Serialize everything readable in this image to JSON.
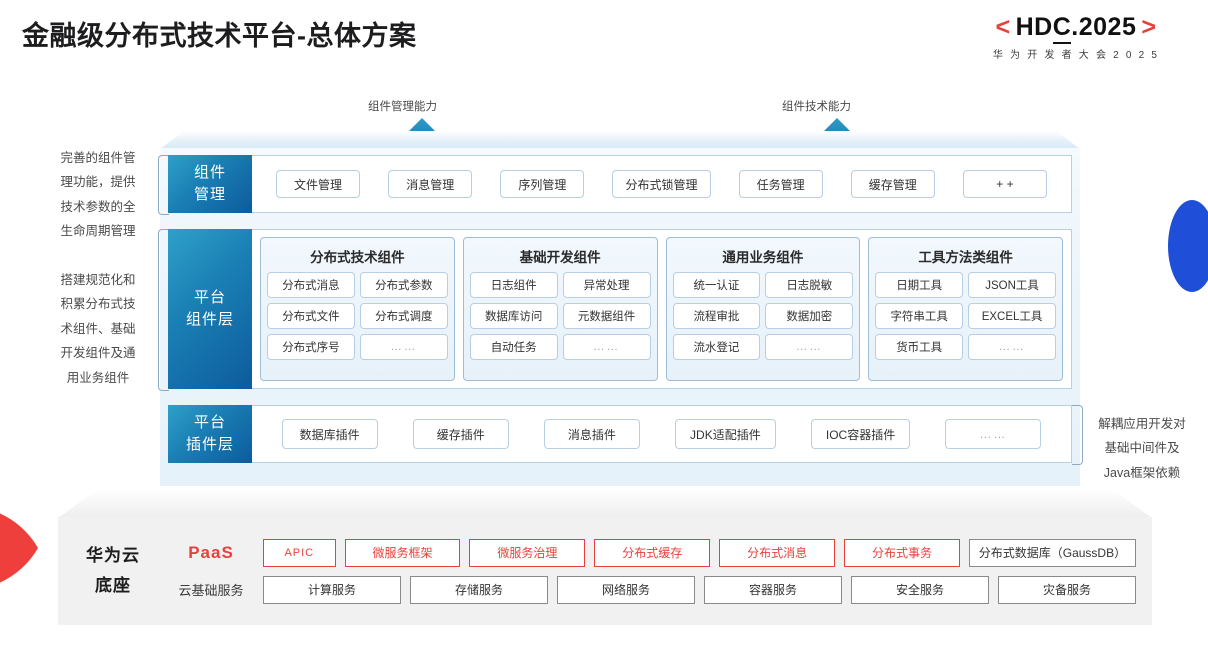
{
  "header": {
    "title": "金融级分布式技术平台-总体方案",
    "logo": {
      "left_bracket": "<",
      "text": "HDC.2025",
      "right_bracket": ">",
      "subtitle": "华 为 开 发 者 大 会 2 0 2 5"
    }
  },
  "arrows": {
    "left_caption": "组件管理能力",
    "right_caption": "组件技术能力"
  },
  "notes": {
    "left_top": "完善的组件管\n理功能，提供\n技术参数的全\n生命周期管理",
    "left_bottom": "搭建规范化和\n积累分布式技\n术组件、基础\n开发组件及通\n用业务组件",
    "right": "解耦应用开发对\n基础中间件及\nJava框架依赖"
  },
  "layers": {
    "component_management": {
      "label": "组件\n管理",
      "items": [
        "文件管理",
        "消息管理",
        "序列管理",
        "分布式锁管理",
        "任务管理",
        "缓存管理",
        "+ +"
      ]
    },
    "platform_component": {
      "label": "平台\n组件层",
      "groups": [
        {
          "title": "分布式技术组件",
          "cells": [
            "分布式消息",
            "分布式参数",
            "分布式文件",
            "分布式调度",
            "分布式序号",
            "……"
          ]
        },
        {
          "title": "基础开发组件",
          "cells": [
            "日志组件",
            "异常处理",
            "数据库访问",
            "元数据组件",
            "自动任务",
            "……"
          ]
        },
        {
          "title": "通用业务组件",
          "cells": [
            "统一认证",
            "日志脱敏",
            "流程审批",
            "数据加密",
            "流水登记",
            "……"
          ]
        },
        {
          "title": "工具方法类组件",
          "cells": [
            "日期工具",
            "JSON工具",
            "字符串工具",
            "EXCEL工具",
            "货币工具",
            "……"
          ]
        }
      ]
    },
    "platform_plugin": {
      "label": "平台\n插件层",
      "items": [
        "数据库插件",
        "缓存插件",
        "消息插件",
        "JDK适配插件",
        "IOC容器插件",
        "……"
      ]
    }
  },
  "foundation": {
    "label": "华为云\n底座",
    "paas": {
      "tag": "PaaS",
      "items": [
        "APIC",
        "微服务框架",
        "微服务治理",
        "分布式缓存",
        "分布式消息",
        "分布式事务",
        "分布式数据库（GaussDB）"
      ]
    },
    "cloud_basic": {
      "tag": "云基础服务",
      "items": [
        "计算服务",
        "存储服务",
        "网络服务",
        "容器服务",
        "安全服务",
        "灾备服务"
      ]
    }
  },
  "colors": {
    "brand_red": "#e8413c",
    "layer_blue_light": "#2fa0c9",
    "layer_blue_dark": "#0d5b9c",
    "arc_blue": "#1f4fd8",
    "board_bg": "#eaf4fb",
    "base_grey": "#f1f1f1"
  }
}
